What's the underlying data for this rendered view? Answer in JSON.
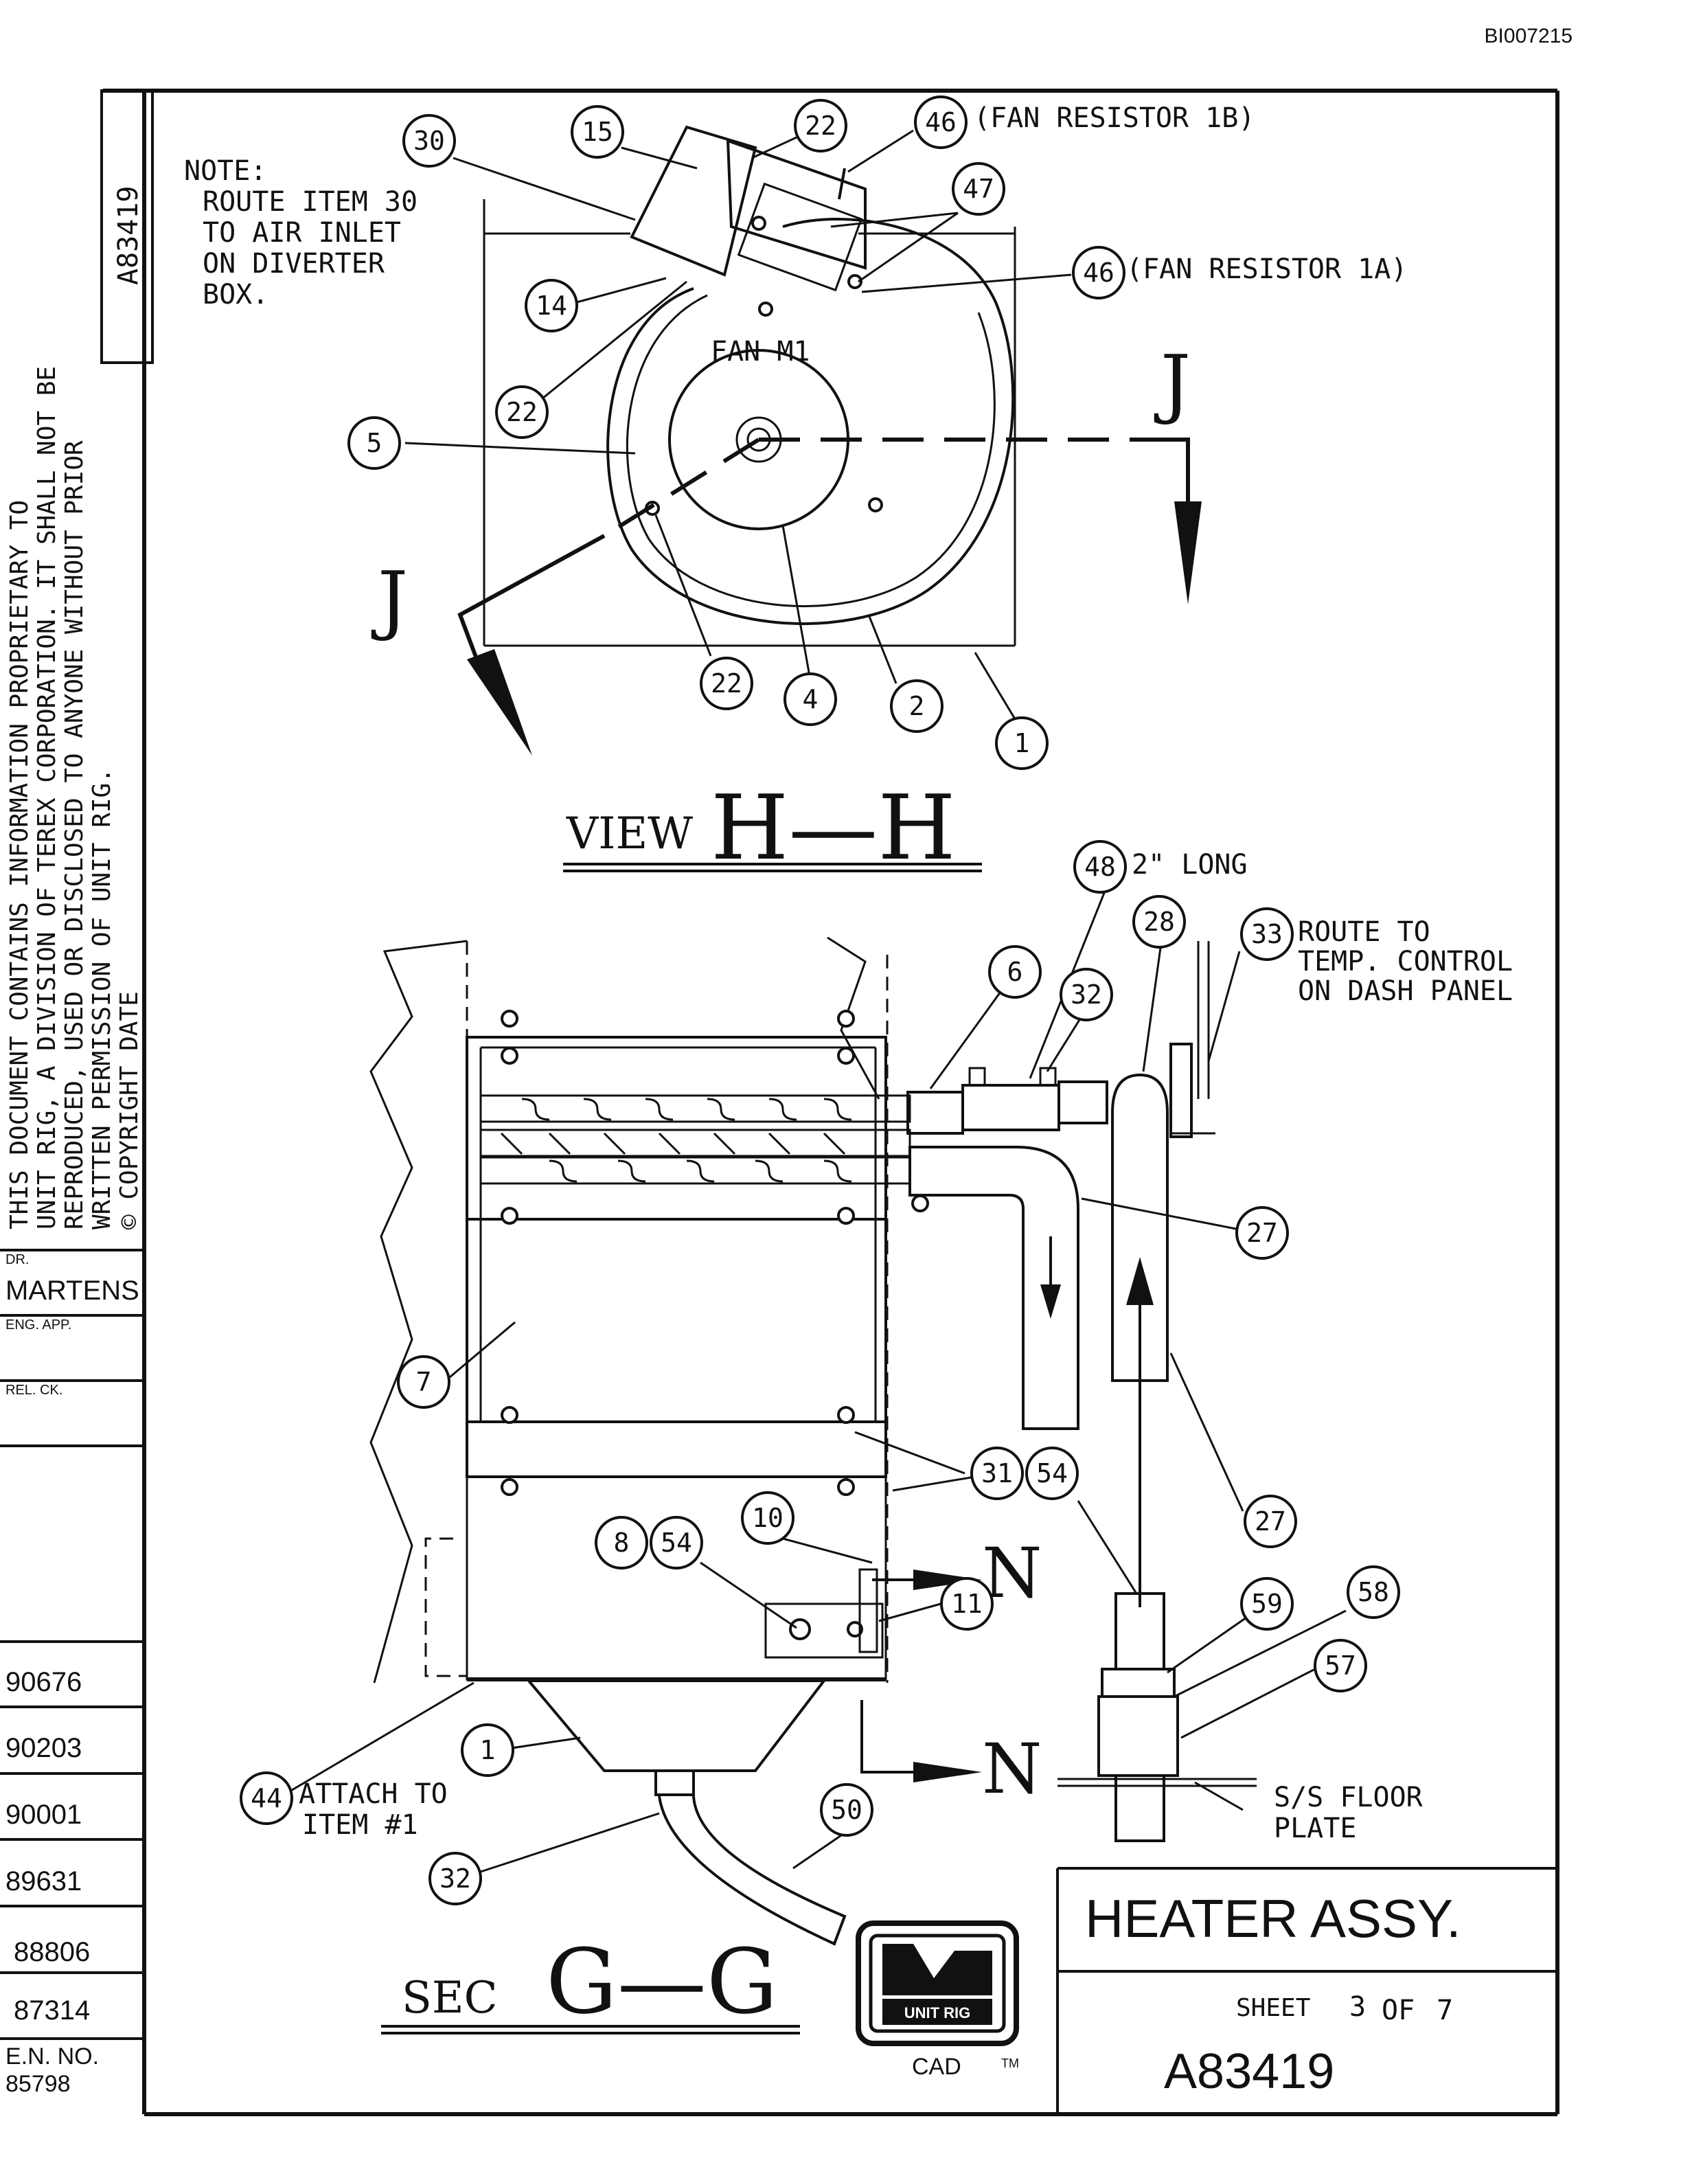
{
  "doc_id_top": "BI007215",
  "drawing_no": "A83419",
  "proprietary_notice": [
    "THIS DOCUMENT CONTAINS INFORMATION PROPRIETARY TO",
    "UNIT RIG, A DIVISION OF TEREX CORPORATION. IT SHALL NOT BE",
    "REPRODUCED, USED OR DISCLOSED TO ANYONE WITHOUT PRIOR",
    "WRITTEN PERMISSION OF UNIT RIG.",
    "© COPYRIGHT DATE ________________"
  ],
  "titleblock_left": {
    "dr_label": "DR.",
    "dr_name": "MARTENS",
    "eng_label": "ENG. APP.",
    "rel_label": "REL. CK.",
    "revisions": [
      "90676",
      "90203",
      "90001",
      "89631",
      "88806",
      "87314"
    ],
    "en_label": "E.N. NO.",
    "en_no": "85798"
  },
  "view_hh": {
    "title_prefix": "VIEW",
    "title_letters": "H—H",
    "section_letter": "J",
    "note": [
      "NOTE:",
      "ROUTE ITEM 30",
      "TO AIR INLET",
      "ON DIVERTER",
      "BOX."
    ],
    "fan_label": "FAN M1",
    "fan_resistor_1b": "(FAN RESISTOR 1B)",
    "fan_resistor_1a": "(FAN RESISTOR 1A)",
    "bubbles": [
      "30",
      "15",
      "22",
      "46",
      "47",
      "46",
      "14",
      "22",
      "5",
      "22",
      "4",
      "2",
      "1"
    ]
  },
  "sec_gg": {
    "title_prefix": "SEC",
    "title_letters": "G—G",
    "section_letter": "N",
    "callout_48": "2\" LONG",
    "callout_33": [
      "ROUTE TO",
      "TEMP. CONTROL",
      "ON DASH PANEL"
    ],
    "callout_44": [
      "ATTACH TO",
      "ITEM #1"
    ],
    "floor_plate": [
      "S/S FLOOR",
      "PLATE"
    ],
    "bubbles": [
      "48",
      "28",
      "33",
      "6",
      "32",
      "27",
      "7",
      "31",
      "54",
      "27",
      "10",
      "8",
      "54",
      "11",
      "59",
      "58",
      "57",
      "1",
      "44",
      "32",
      "50"
    ]
  },
  "titleblock": {
    "title": "HEATER ASSY.",
    "sheet_label": "SHEET",
    "sheet_no": "3",
    "sheet_of": "OF",
    "sheet_total": "7",
    "drawing_no": "A83419",
    "logo_text": "UNIT RIG",
    "cad": "CAD",
    "tm": "TM"
  }
}
